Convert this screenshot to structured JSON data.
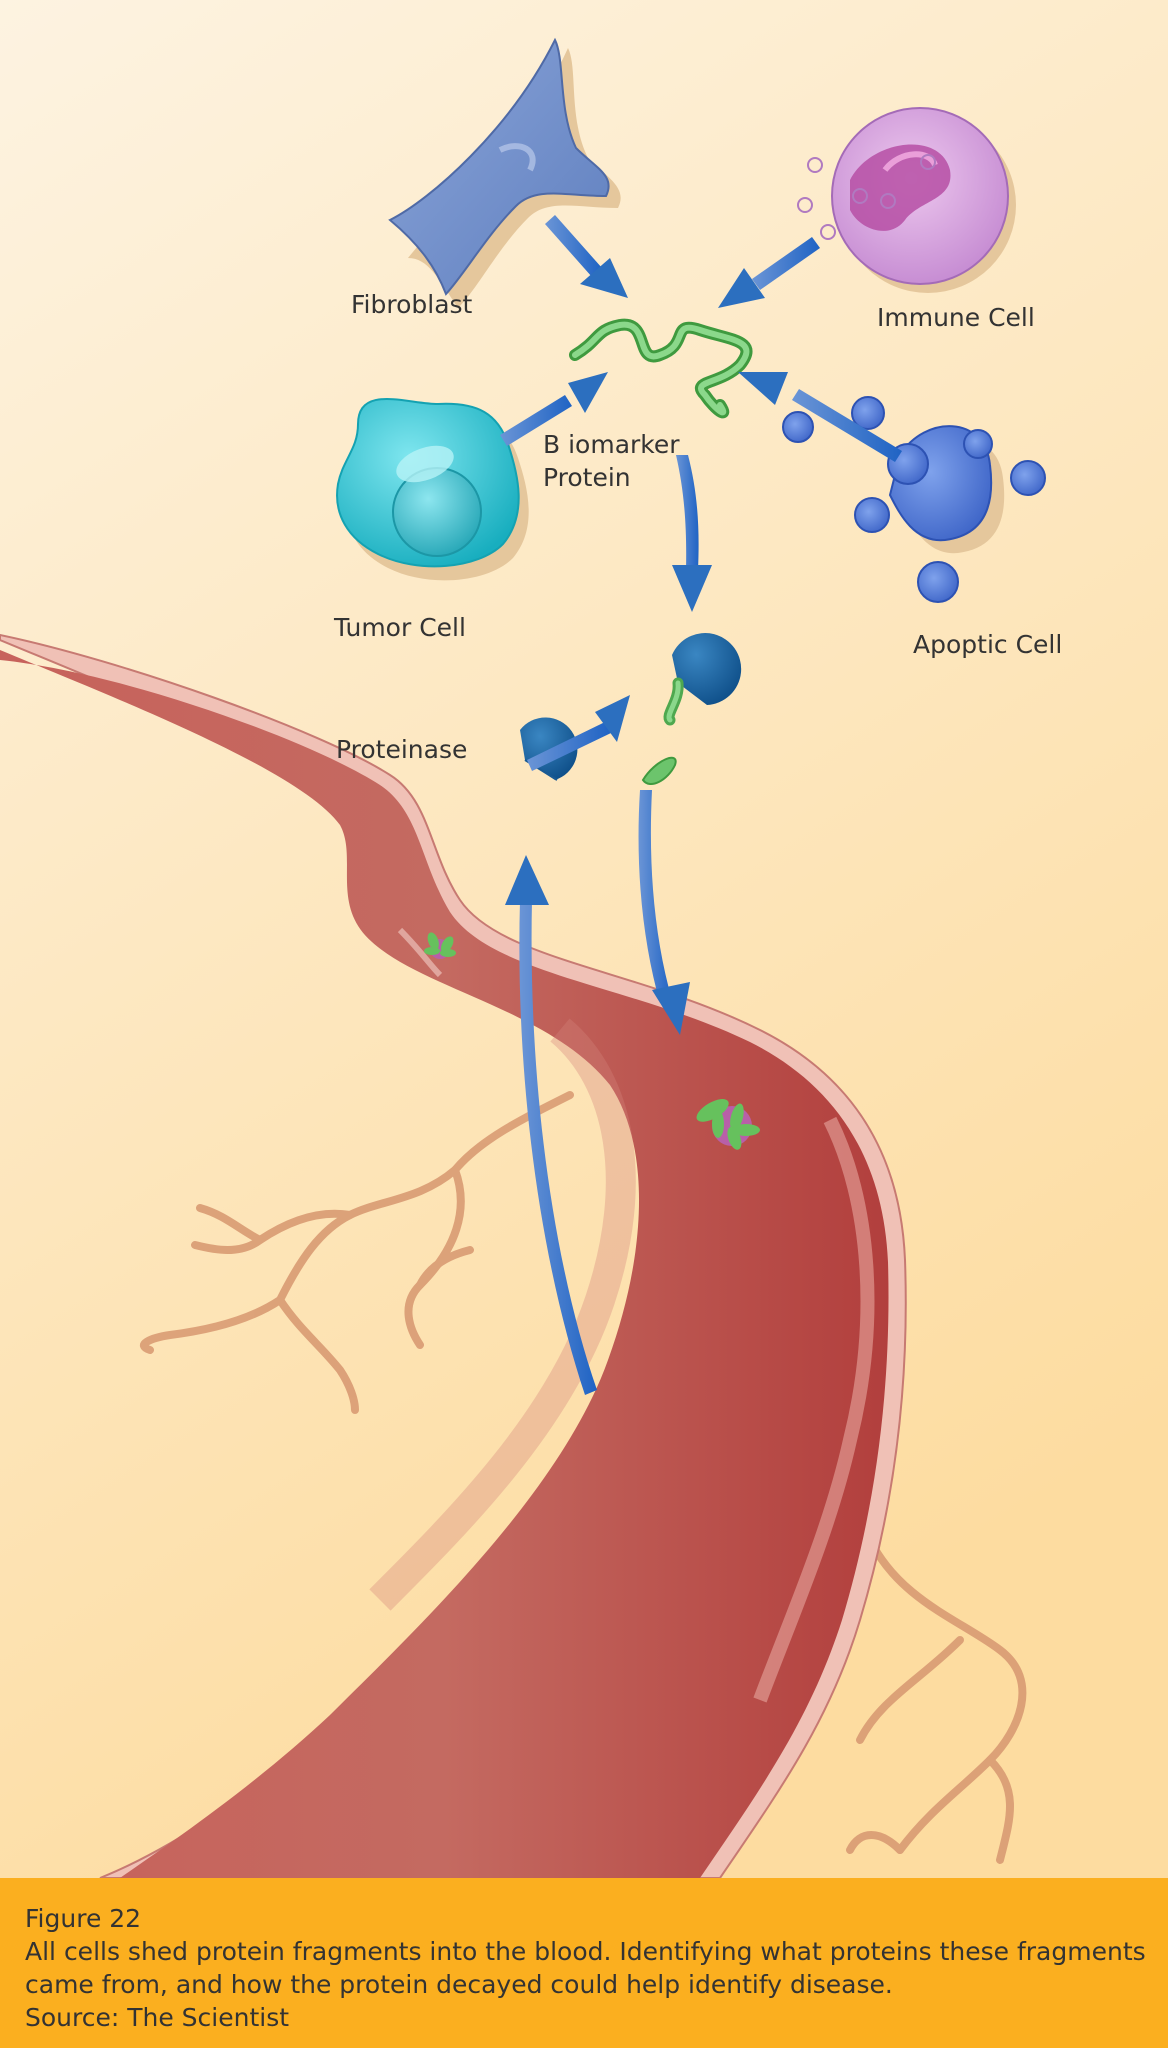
{
  "labels": {
    "fibroblast": "Fibroblast",
    "immune_cell": "Immune Cell",
    "biomarker_protein": "B iomarker\nProtein",
    "tumor_cell": "Tumor Cell",
    "apoptic_cell": "Apoptic Cell",
    "proteinase": "Proteinase"
  },
  "caption": {
    "figure": "Figure 22",
    "line1": "All cells shed protein fragments into the blood. Identifying what proteins these fragments",
    "line2": "came from, and how the protein decayed could help identify disease.",
    "source": "Source: The Scientist"
  },
  "colors": {
    "background": "#fde9c4",
    "caption_band": "#fbaf1f",
    "arrow": "#2c6fbf",
    "vessel": "#b84846",
    "vessel_wall": "#e8aaa2",
    "biomarker": "#6cc46c"
  }
}
